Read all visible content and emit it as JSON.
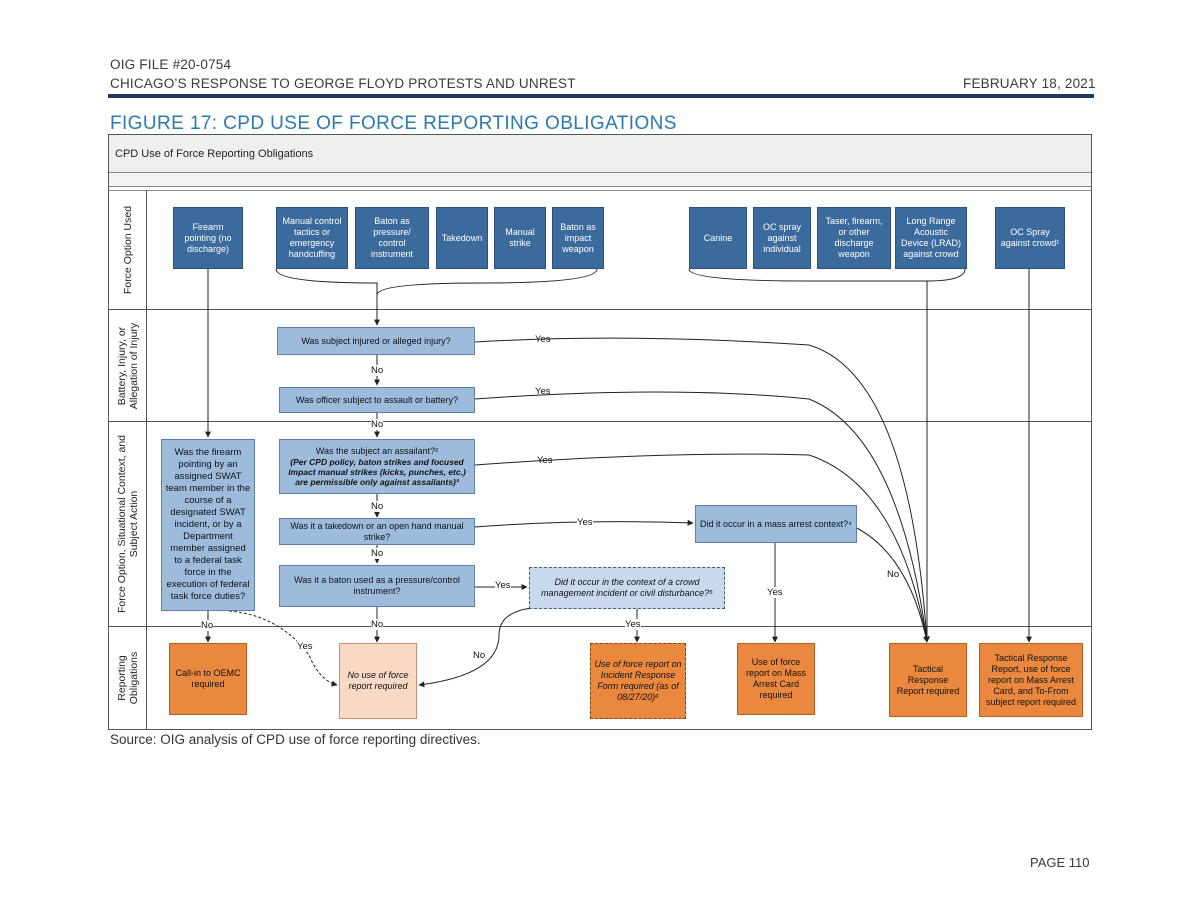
{
  "header": {
    "file": "OIG FILE #20-0754",
    "subtitle": "CHICAGO’S RESPONSE TO GEORGE FLOYD PROTESTS AND UNREST",
    "date": "FEBRUARY 18, 2021"
  },
  "figure_title": "FIGURE 17: CPD USE OF FORCE REPORTING OBLIGATIONS",
  "diagram_title": "CPD Use of Force Reporting Obligations",
  "lanes": {
    "force": "Force Option Used",
    "battery": "Battery, Injury, or Allegation of Injury",
    "context": "Force Option, Situational Context, and Subject Action",
    "reporting": "Reporting Obligations"
  },
  "force_options": {
    "firearm": "Firearm pointing (no discharge)",
    "manual": "Manual control tactics or emergency handcuffing",
    "baton_pressure": "Baton as pressure/ control instrument",
    "takedown": "Takedown",
    "manual_strike": "Manual strike",
    "baton_impact": "Baton as impact weapon",
    "canine": "Canine",
    "oc_individual": "OC spray against individual",
    "taser": "Taser, firearm, or other discharge weapon",
    "lrad": "Long Range Acoustic Device (LRAD) against crowd",
    "oc_crowd": "OC Spray against crowd¹"
  },
  "questions": {
    "injured": "Was subject injured or alleged injury?",
    "officer": "Was officer subject to assault or battery?",
    "assailant_main": "Was the subject an assailant?²",
    "assailant_note": "(Per CPD policy, baton strikes and focused impact manual strikes (kicks, punches, etc.) are permissible only against assailants)³",
    "takedown": "Was it a takedown or an open hand manual strike?",
    "baton": "Was it a baton used as a pressure/control instrument?",
    "mass_arrest": "Did it occur in a mass arrest context?⁴",
    "crowd": "Did it occur in the context of a crowd management incident or civil disturbance?⁵",
    "swat": "Was the firearm pointing by an assigned SWAT team member in the course of a designated SWAT incident, or by a Department member assigned to a federal task force in the execution of federal task force duties?"
  },
  "reports": {
    "oemc": "Call-in to OEMC required",
    "none": "No use of force report required",
    "incident": "Use of force report on Incident Response Form required (as of 08/27/20)⁶",
    "mass_card": "Use of force report on Mass Arrest Card required",
    "trr": "Tactical Response Report required",
    "trr_full": "Tactical Response Report, use of force report on Mass Arrest Card, and To-From subject report required"
  },
  "labels": {
    "yes": "Yes",
    "no": "No"
  },
  "source": "Source: OIG analysis of CPD use of force reporting directives.",
  "page": "PAGE 110",
  "colors": {
    "force_box": "#3b6a9c",
    "question_box": "#9dbcdc",
    "report_box": "#e9883e",
    "no_report_box": "#f9d8c4",
    "title_blue": "#2a7ab0",
    "rule": "#1f3b5a"
  }
}
